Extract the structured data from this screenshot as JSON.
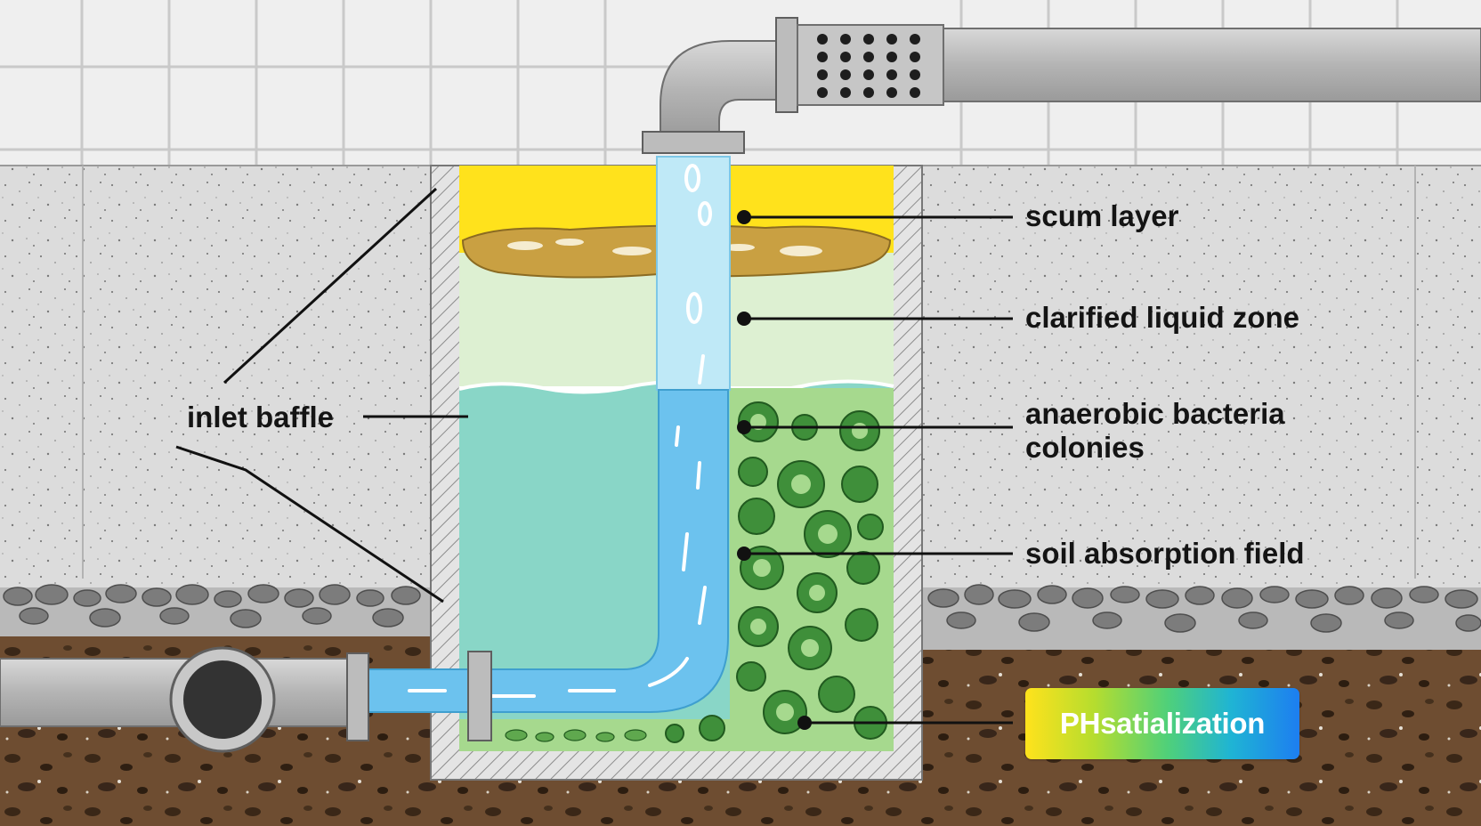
{
  "labels": {
    "scum": "scum layer",
    "clarified": "clarified liquid zone",
    "anaerobic": "anaerobic bacteria colonies",
    "soil": "soil absorption field",
    "inlet": "inlet baffle",
    "badge": "PHsatialization"
  },
  "colors": {
    "wall_bg": "#ebebeb",
    "grid_line": "#c8c8c8",
    "ground": "#dedede",
    "gravel": "#8f8f8f",
    "soil": "#6b4a2e",
    "scum_top": "#ffe21c",
    "scum": "#c9a042",
    "clarified": "#ddf0d2",
    "liquid": "#89d6c7",
    "bacteria_zone": "#a6d98e",
    "bacteria": "#3f8f3a",
    "water": "#6cc2ee",
    "pipe": "#b9b9b9"
  },
  "icons": {
    "vent": "perforated-vent-icon",
    "bacteria": "bacteria-colony-icon",
    "pipe": "pipe-icon"
  }
}
